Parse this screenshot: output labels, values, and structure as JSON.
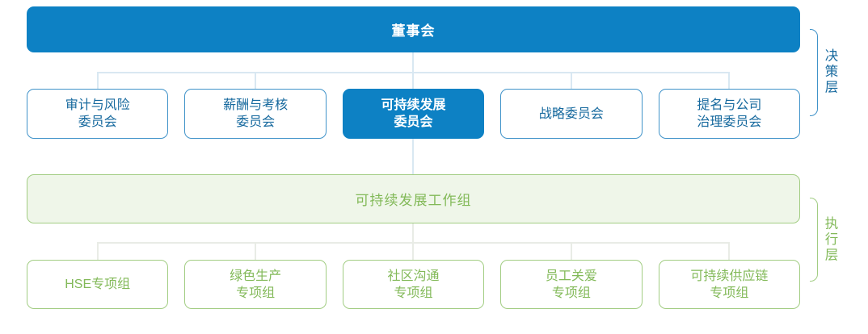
{
  "palette": {
    "page_bg": "#ffffff",
    "blue": "#0d81c4",
    "blue_border": "#4093c9",
    "blue_text": "#16699e",
    "blue_connector": "#d9e8f2",
    "green_fill": "#eff6e9",
    "green_border": "#a2cd83",
    "green_text": "#82b958",
    "green_connector": "#e9ece6"
  },
  "board": {
    "label": "董事会"
  },
  "committees": [
    {
      "label": "审计与风险\n委员会",
      "highlighted": false
    },
    {
      "label": "薪酬与考核\n委员会",
      "highlighted": false
    },
    {
      "label": "可持续发展\n委员会",
      "highlighted": true
    },
    {
      "label": "战略委员会",
      "highlighted": false
    },
    {
      "label": "提名与公司\n治理委员会",
      "highlighted": false
    }
  ],
  "working_group": {
    "label": "可持续发展工作组"
  },
  "task_teams": [
    {
      "label": "HSE专项组"
    },
    {
      "label": "绿色生产\n专项组"
    },
    {
      "label": "社区沟通\n专项组"
    },
    {
      "label": "员工关爱\n专项组"
    },
    {
      "label": "可持续供应链\n专项组"
    }
  ],
  "layers": {
    "decision": {
      "label": "决策层"
    },
    "execution": {
      "label": "执行层"
    }
  }
}
